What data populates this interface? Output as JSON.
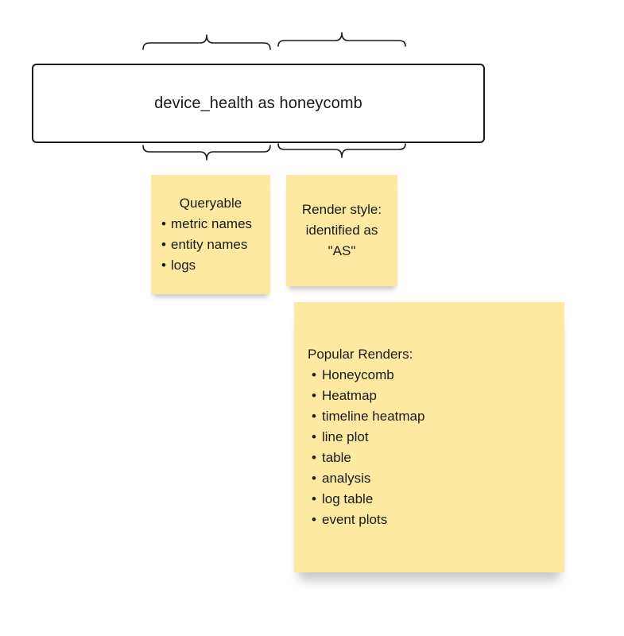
{
  "query": {
    "text": "device_health as honeycomb"
  },
  "notes": {
    "queryable": {
      "title": "Queryable",
      "items": [
        "metric names",
        "entity names",
        "logs"
      ]
    },
    "render_style": {
      "lines": [
        "Render style:",
        "identified as",
        "\"AS\""
      ]
    },
    "popular_renders": {
      "title": "Popular Renders:",
      "items": [
        "Honeycomb",
        "Heatmap",
        "timeline heatmap",
        "line plot",
        "table",
        "analysis",
        "log table",
        "event plots"
      ]
    }
  },
  "colors": {
    "sticky": "#fde9a2",
    "stroke": "#1a1a1a"
  }
}
